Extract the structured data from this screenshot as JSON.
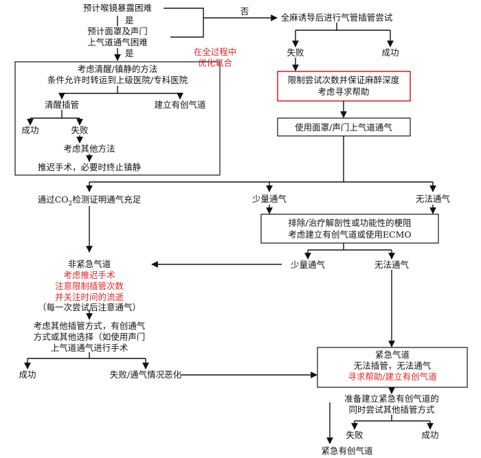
{
  "colors": {
    "text": "#111111",
    "highlight": "#e0262b",
    "background": "#ffffff"
  },
  "top": {
    "predicted_laryngoscopy_difficulty": "预计喉镜暴露困难",
    "yes_1": "是",
    "predicted_mask_line1": "预计面罩及声门",
    "predicted_mask_line2": "上气道通气困难",
    "yes_2": "是",
    "no": "否",
    "ga_intubation_attempt": "全麻诱导后进行气管插管尝试",
    "fail": "失败",
    "success": "成功",
    "limit_attempts_line1": "限制尝试次数并保证麻醉深度",
    "limit_attempts_line2": "考虑寻求帮助",
    "use_mask_ventilation": "使用面罩/声门上气道通气"
  },
  "left_panel": {
    "oxygenation_note_line1": "在全过程中",
    "oxygenation_note_line2": "优化氧合",
    "consider_awake": "考虑清醒/镇静的方法",
    "transfer_condition": "条件允许时转运到上级医院/专科医院",
    "awake_intubation": "清醒插管",
    "invasive_airway": "建立有创气道",
    "success": "成功",
    "fail": "失败",
    "other_methods": "考虑其他方法",
    "delay_surgery": "推迟手术，必要时终止镇静"
  },
  "middle": {
    "co2_prefix": "通过CO",
    "co2_sub": "2",
    "co2_suffix": "检测证明通气充足",
    "minimal_ventilation": "少量通气",
    "no_ventilation": "无法通气",
    "exclude_obstruction_line1": "排除/治疗解剖性或功能性的梗阻",
    "exclude_obstruction_line2": "考虑建立有创气道或使用ECMO",
    "minimal_ventilation_2": "少量通气",
    "no_ventilation_2": "无法通气"
  },
  "non_emergency": {
    "title": "非紧急气道",
    "red_line1": "考虑推迟手术",
    "red_line2": "注意限制插管次数",
    "red_line3": "并关注时间的流逝",
    "ventilate_note": "（每一次尝试后注意通气）",
    "alt_line1": "考虑其他插管方式，有创通气",
    "alt_line2": "方式或其他选择（如使用声门",
    "alt_line3": "上气道通气进行手术",
    "success": "成功",
    "fail_worsen": "失败/通气情况恶化"
  },
  "emergency": {
    "title": "紧急气道",
    "cannot": "无法插管，无法通气",
    "seek_help": "寻求帮助/建立有创气道",
    "prepare_line1": "准备建立紧急有创气道的",
    "prepare_line2": "同时尝试其他插管方式",
    "fail": "失败",
    "success": "成功",
    "emergency_invasive": "紧急有创气道"
  }
}
